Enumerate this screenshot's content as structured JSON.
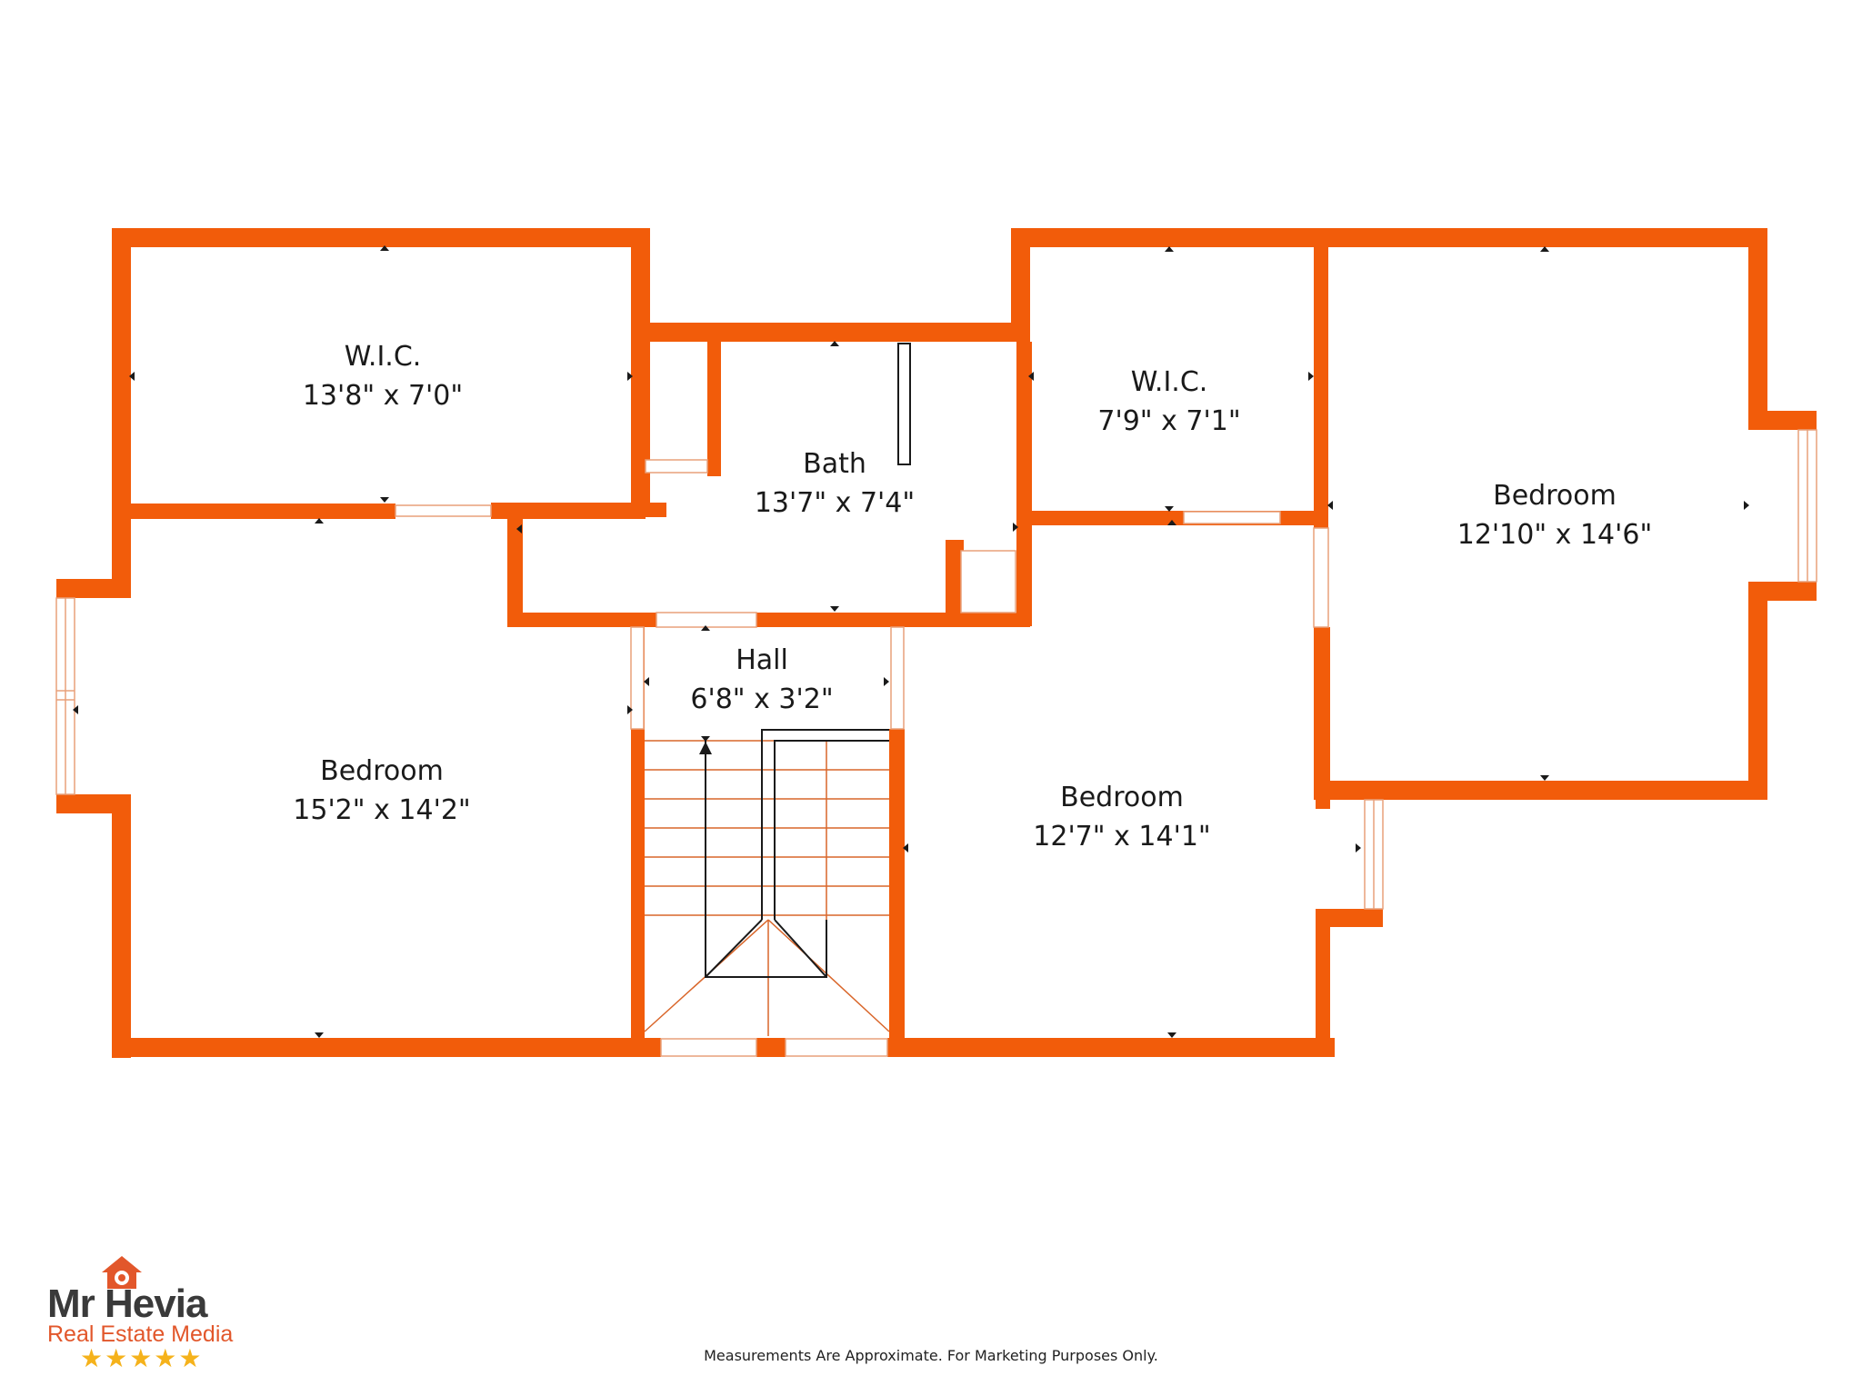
{
  "colors": {
    "wall": "#f25c0a",
    "stair": "#d9662a",
    "accent": "#e2572b",
    "star": "#f5b21b"
  },
  "rooms": [
    {
      "name": "W.I.C.",
      "dim": "13'8\" x 7'0\""
    },
    {
      "name": "Bath",
      "dim": "13'7\" x 7'4\""
    },
    {
      "name": "W.I.C.",
      "dim": "7'9\" x 7'1\""
    },
    {
      "name": "Bedroom",
      "dim": "12'10\" x 14'6\""
    },
    {
      "name": "Bedroom",
      "dim": "15'2\" x 14'2\""
    },
    {
      "name": "Hall",
      "dim": "6'8\" x 3'2\""
    },
    {
      "name": "Bedroom",
      "dim": "12'7\" x 14'1\""
    }
  ],
  "logo": {
    "line1": "Mr Hevia",
    "line2": "Real Estate Media",
    "stars": "★★★★★",
    "icon": "house-camera-icon"
  },
  "disclaimer": "Measurements Are Approximate. For Marketing Purposes Only."
}
